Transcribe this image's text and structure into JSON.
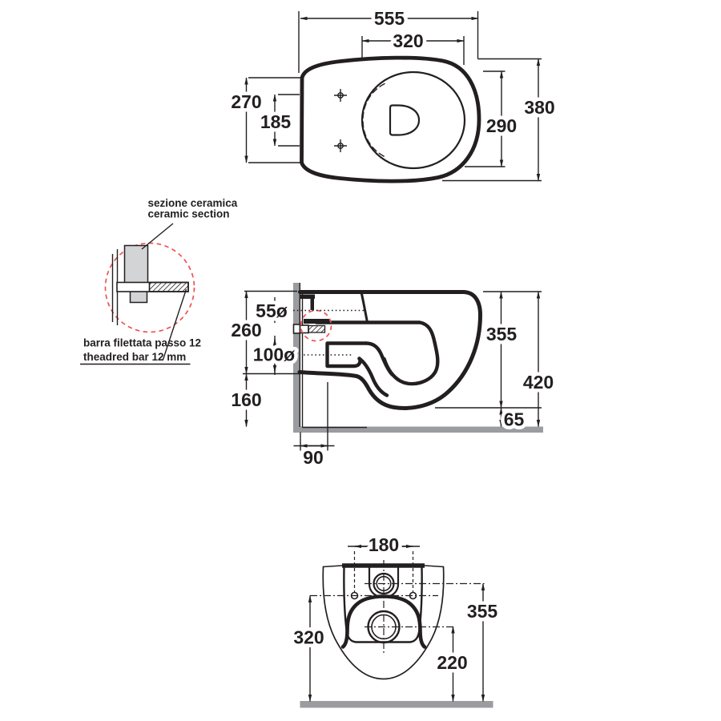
{
  "colors": {
    "line": "#231f20",
    "wall_gray": "#9a9c9f",
    "ceramic_gray": "#d3d4d6",
    "detail_red": "#ef5350"
  },
  "top_view": {
    "dims": {
      "overall_width": "555",
      "inner_width": "320",
      "left_depth": "270",
      "seat_hole_spacing": "185",
      "bowl_depth": "290",
      "overall_depth": "380"
    }
  },
  "side_view": {
    "dims": {
      "inlet_diameter": "55ø",
      "inlet_center_height": "260",
      "outlet_diameter": "100ø",
      "lower_height": "160",
      "rim_height": "355",
      "overall_height": "420",
      "bottom_clearance": "65",
      "outlet_offset": "90"
    }
  },
  "rear_view": {
    "dims": {
      "fixing_hole_spacing": "180",
      "left_height": "320",
      "inlet_height": "355",
      "outlet_height": "220"
    }
  },
  "detail_view": {
    "labels": {
      "it_section": "sezione ceramica",
      "en_section": "ceramic section",
      "it_bar": "barra filettata passo 12",
      "en_bar": "theadred bar 12 mm"
    }
  }
}
